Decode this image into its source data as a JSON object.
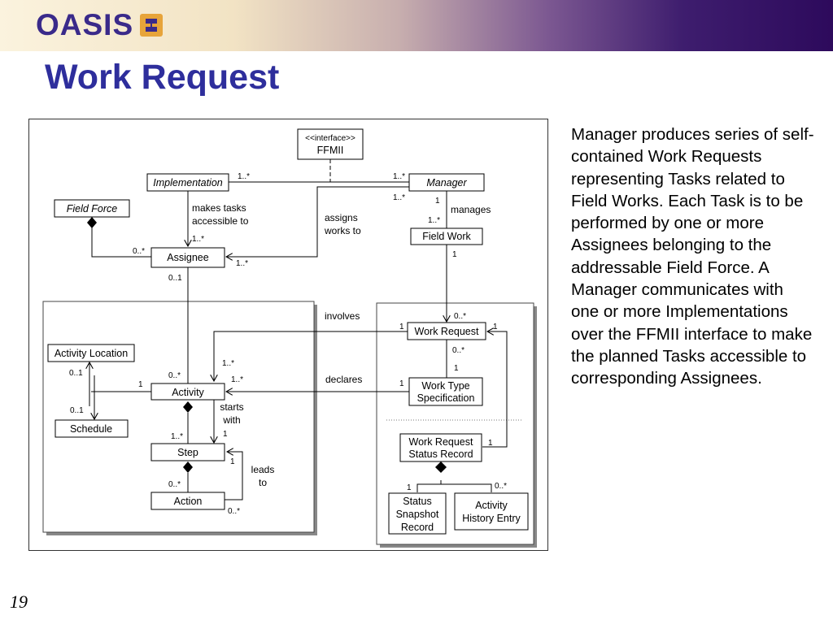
{
  "header": {
    "logo": "OASIS"
  },
  "title": "Work Request",
  "description": "Manager produces series of self-contained Work Requests representing Tasks related to Field Works. Each Task is to be performed by one or more Assignees belonging to the addressable Field Force. A Manager communicates with one or more Implementations over the FFMII interface to make the planned Tasks accessible to corresponding Assignees.",
  "page_number": "19",
  "diagram": {
    "interface": {
      "stereotype": "<<interface>>",
      "name": "FFMII"
    },
    "classes": {
      "implementation": "Implementation",
      "manager": "Manager",
      "field_force": "Field Force",
      "assignee": "Assignee",
      "field_work": "Field Work",
      "activity_location": "Activity Location",
      "schedule": "Schedule",
      "activity": "Activity",
      "step": "Step",
      "action": "Action",
      "work_request": "Work Request",
      "work_type_spec": [
        "Work Type",
        "Specification"
      ],
      "status_record": [
        "Work Request",
        "Status Record"
      ],
      "status_snapshot": [
        "Status",
        "Snapshot",
        "Record"
      ],
      "activity_history": [
        "Activity",
        "History Entry"
      ]
    },
    "labels": {
      "makes_tasks": [
        "makes tasks",
        "accessible to"
      ],
      "assigns": [
        "assigns",
        "works to"
      ],
      "manages": "manages",
      "involves": "involves",
      "declares": "declares",
      "starts_with": [
        "starts",
        "with"
      ],
      "leads_to": [
        "leads",
        "to"
      ]
    },
    "multiplicities": {
      "impl_mgr_left": "1..*",
      "impl_mgr_right": "1..*",
      "mgr_assignee": "1..*",
      "mgr_fieldwork_top": "1",
      "mgr_fieldwork_bottom": "1..*",
      "impl_assignee": "1..*",
      "fieldforce_assignee": "0..*",
      "assignee_arrow": "1..*",
      "assignee_activity": "0..1",
      "fieldwork_wr": "1",
      "wr_involves": "0..*",
      "involves_one": "1",
      "wr_right": "1",
      "wr_worktype_top": "0..*",
      "wr_worktype_bottom": "1",
      "declares_one": "1",
      "activity_involves": "1..*",
      "activity_declares": "1..*",
      "activity_assignee": "0..*",
      "loc_activity": "1",
      "loc_top": "0..1",
      "loc_schedule": "0..1",
      "activity_step": "1..*",
      "starts_one": "1",
      "step_leads": "1",
      "step_action": "0..*",
      "action_leads": "0..*",
      "status_wr": "1",
      "status_snapshot": "1",
      "status_history": "0..*"
    }
  }
}
